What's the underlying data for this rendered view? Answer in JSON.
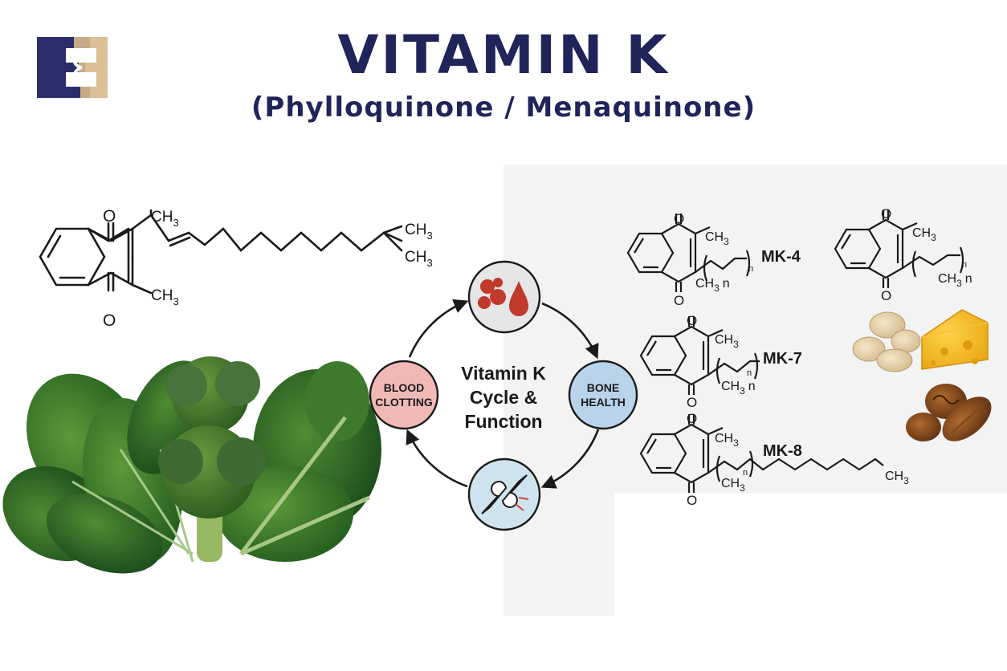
{
  "header": {
    "title": "VITAMIN K",
    "subtitle": "(Phylloquinone / Menaquinone)"
  },
  "phylloquinone": {
    "oxygen_top": "O",
    "oxygen_bottom": "O",
    "methyl_top": "CH",
    "methyl_top_sub": "3",
    "methyl_side": "CH",
    "methyl_side_sub": "3",
    "tail_methyl_1": "CH",
    "tail_methyl_1_sub": "3",
    "tail_methyl_2": "CH",
    "tail_methyl_2_sub": "3"
  },
  "cycle": {
    "center_line1": "Vitamin K",
    "center_line2": "Cycle &",
    "center_line3": "Function",
    "left_node_line1": "BLOOD",
    "left_node_line2": "CLOTTING",
    "right_node_line1": "BONE",
    "right_node_line2": "HEALTH",
    "top_icon": "blood-cells-icon",
    "bottom_icon": "joint-icon"
  },
  "menaquinones": {
    "items": [
      {
        "label": "MK-4"
      },
      {
        "label": "MK-7"
      },
      {
        "label": "MK-8"
      }
    ],
    "atom_O": "O",
    "atom_CH": "CH",
    "sub_3": "3",
    "sub_n": "n",
    "atom_n": "n"
  },
  "colors": {
    "title": "#1f2459",
    "blood_node": "#f1b9b6",
    "bone_node": "#b9d3ea",
    "top_icon_bg": "#e6e6e6",
    "bottom_icon_bg": "#cfe3ef",
    "logo_navy": "#2b2e6b",
    "logo_gold": "#d8b98a"
  }
}
